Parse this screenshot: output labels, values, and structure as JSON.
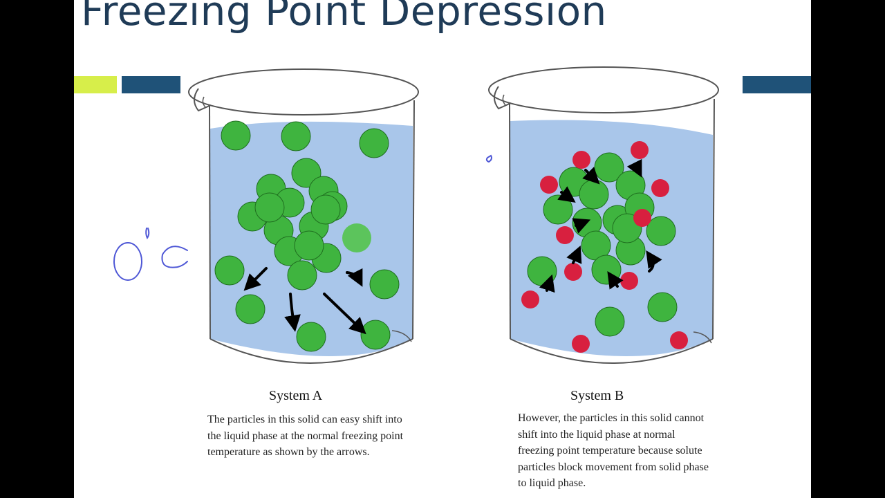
{
  "slide": {
    "title": "Freezing Point Depression",
    "accent_colors": {
      "lime": "#d7ee4a",
      "navy": "#1f5278",
      "title": "#1f3b57"
    }
  },
  "annotation": {
    "handwritten_text": "0°C",
    "ink_color": "#4f58d6"
  },
  "systems": [
    {
      "name": "System A",
      "description": "The particles in this solid can easy shift into the liquid phase at the normal freezing point temperature as shown by the arrows."
    },
    {
      "name": "System B",
      "description": "However, the particles in this solid cannot shift into the liquid phase at normal freezing point temperature because solute particles block movement from solid phase to liquid phase."
    }
  ],
  "legend_colors": {
    "solvent_particle": "#3fb43f",
    "solute_particle": "#d8203f",
    "liquid": "#a9c6ea"
  }
}
